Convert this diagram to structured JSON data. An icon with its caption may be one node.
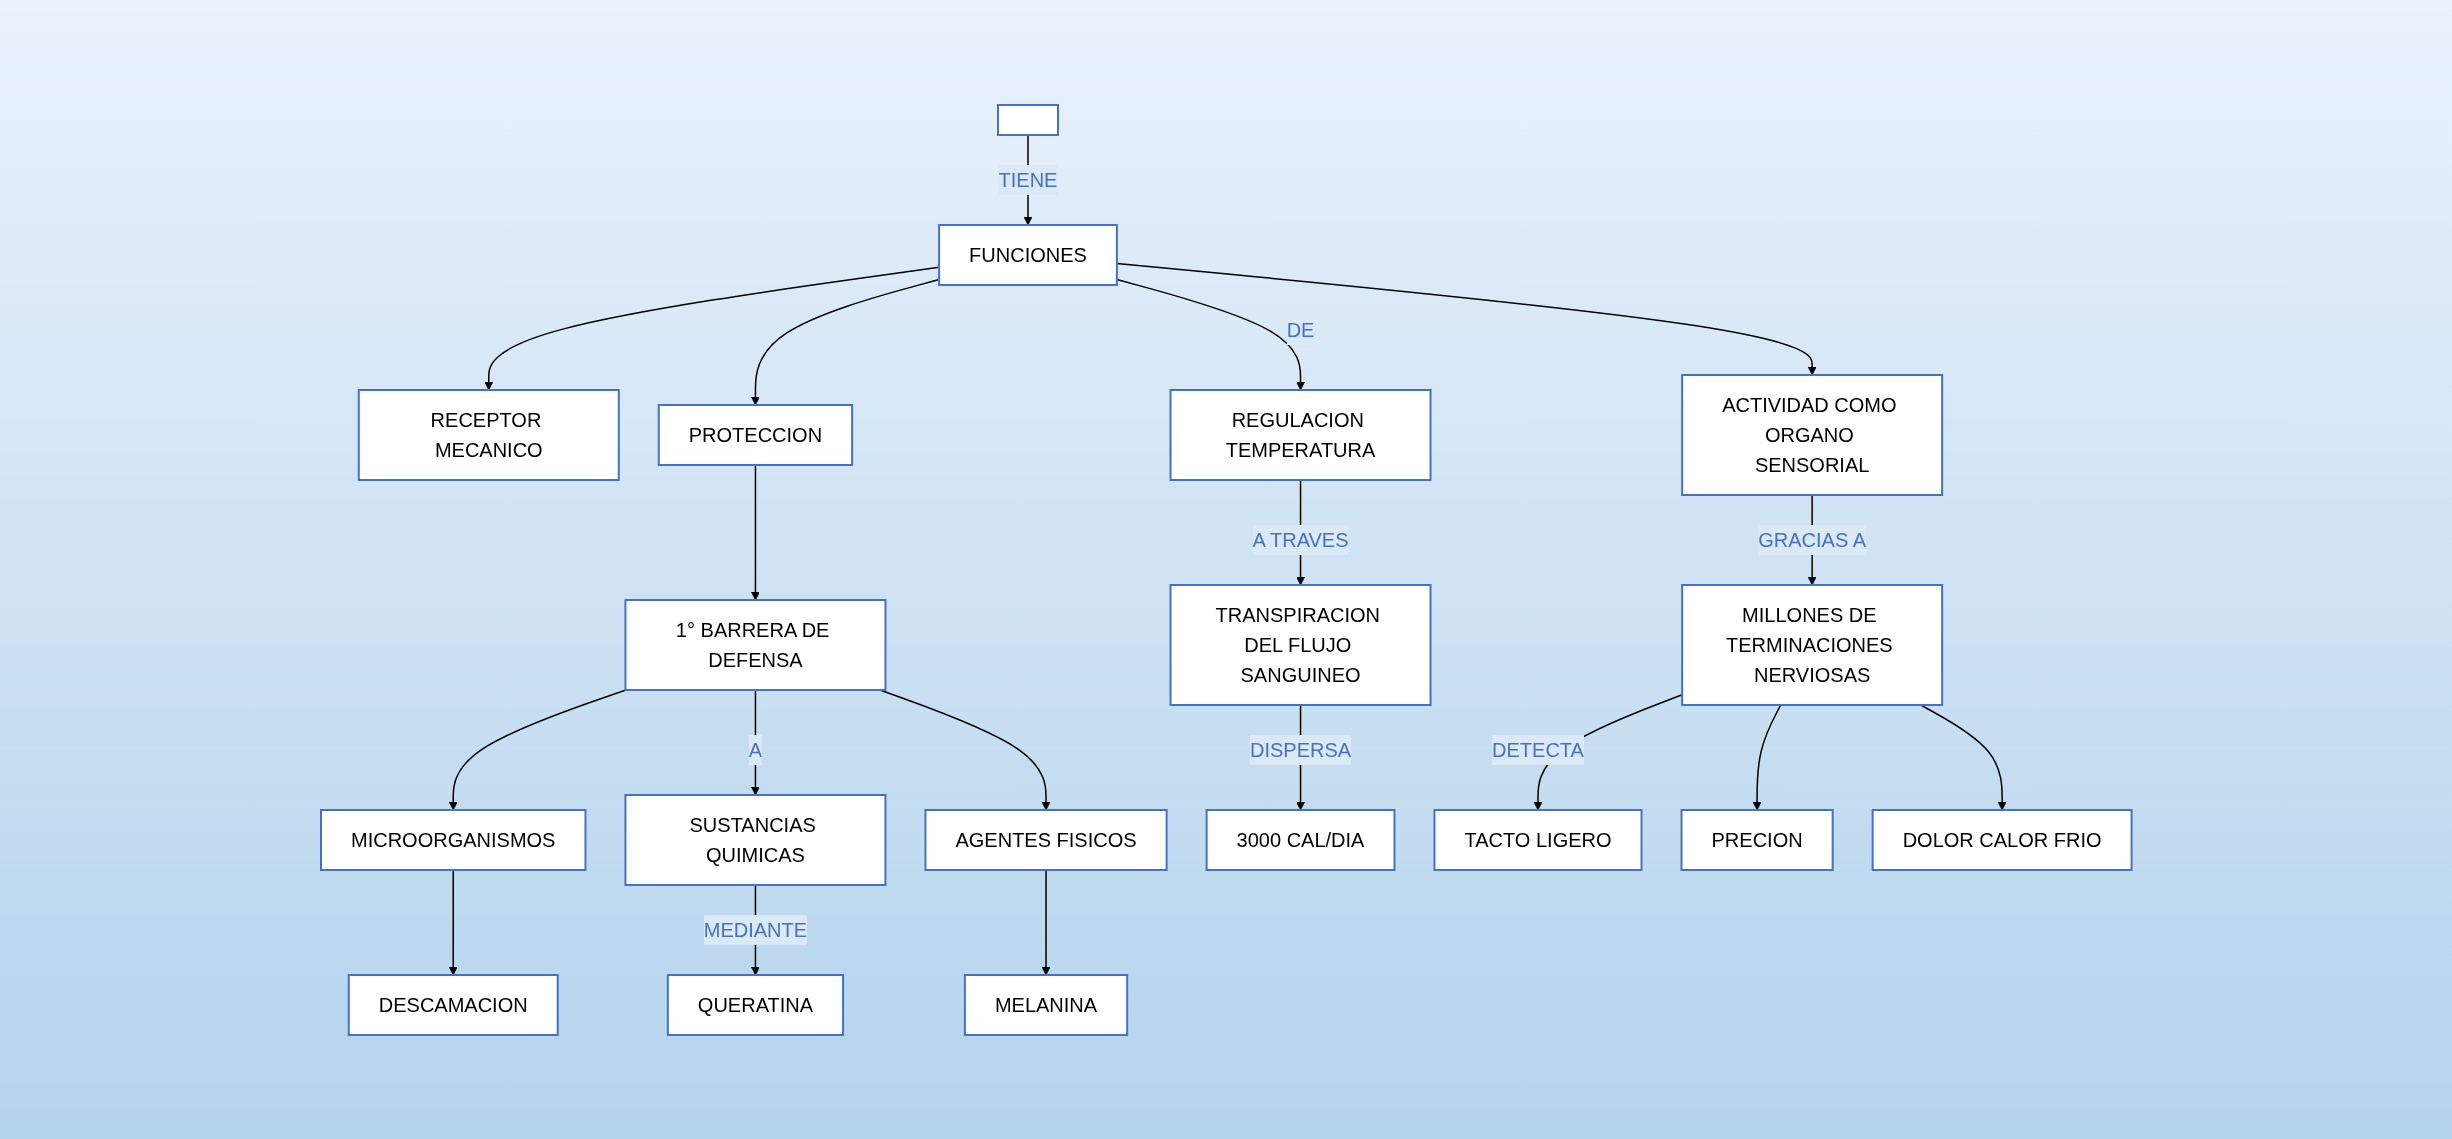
{
  "diagram": {
    "nodes": [
      {
        "text": [],
        "shape": "box"
      },
      {
        "text": [
          "FUNCIONES"
        ]
      },
      {
        "text": [
          "RECEPTOR MECANICO"
        ]
      },
      {
        "text": [
          "PROTECCION"
        ]
      },
      {
        "text": [
          "REGULACION TEMPERATURA"
        ]
      },
      {
        "text": [
          "ACTIVIDAD COMO ORGANO SENSORIAL"
        ]
      },
      {
        "text": [
          "1° BARRERA DE DEFENSA"
        ]
      },
      {
        "text": [
          "TRANSPIRACION DEL FLUJO SANGUINEO"
        ]
      },
      {
        "text": [
          "MILLONES DE TERMINACIONES NERVIOSAS"
        ]
      },
      {
        "text": [
          "MICROORGANISMOS"
        ]
      },
      {
        "text": [
          "SUSTANCIAS QUIMICAS"
        ]
      },
      {
        "text": [
          "AGENTES FISICOS"
        ]
      },
      {
        "text": [
          "3000 CAL/DIA"
        ]
      },
      {
        "text": [
          "DESCAMACION"
        ]
      },
      {
        "text": [
          "QUERATINA"
        ]
      },
      {
        "text": [
          "MELANINA"
        ]
      },
      {
        "text": [
          "TACTO LIGERO"
        ]
      },
      {
        "text": [
          "PRECION"
        ]
      },
      {
        "text": [
          "DOLOR CALOR FRIO"
        ]
      }
    ],
    "edges": [
      {
        "from": 0,
        "to": 1,
        "arrow": "to",
        "label": "TIENE"
      },
      {
        "from": 1,
        "to": 2,
        "arrow": "to"
      },
      {
        "from": 1,
        "to": 3,
        "arrow": "to"
      },
      {
        "from": 1,
        "to": 4,
        "arrow": "to",
        "label": "DE"
      },
      {
        "from": 1,
        "to": 5,
        "arrow": "to"
      },
      {
        "from": 3,
        "to": 6,
        "arrow": "to"
      },
      {
        "from": 4,
        "to": 7,
        "arrow": "to",
        "label": "A TRAVES"
      },
      {
        "from": 5,
        "to": 8,
        "arrow": "to",
        "label": "GRACIAS A"
      },
      {
        "from": 6,
        "to": 9,
        "arrow": "to"
      },
      {
        "from": 6,
        "to": 10,
        "arrow": "to",
        "label": "A"
      },
      {
        "from": 6,
        "to": 11,
        "arrow": "to"
      },
      {
        "from": 7,
        "to": 12,
        "arrow": "to",
        "label": "DISPERSA"
      },
      {
        "from": 8,
        "to": 16,
        "arrow": "to",
        "label": "DETECTA"
      },
      {
        "from": 8,
        "to": 17,
        "arrow": "to"
      },
      {
        "from": 8,
        "to": 18,
        "arrow": "to"
      },
      {
        "from": 9,
        "to": 13,
        "arrow": "to"
      },
      {
        "from": 10,
        "to": 14,
        "arrow": "to",
        "label": "MEDIANTE"
      },
      {
        "from": 11,
        "to": 15,
        "arrow": "to"
      }
    ]
  }
}
